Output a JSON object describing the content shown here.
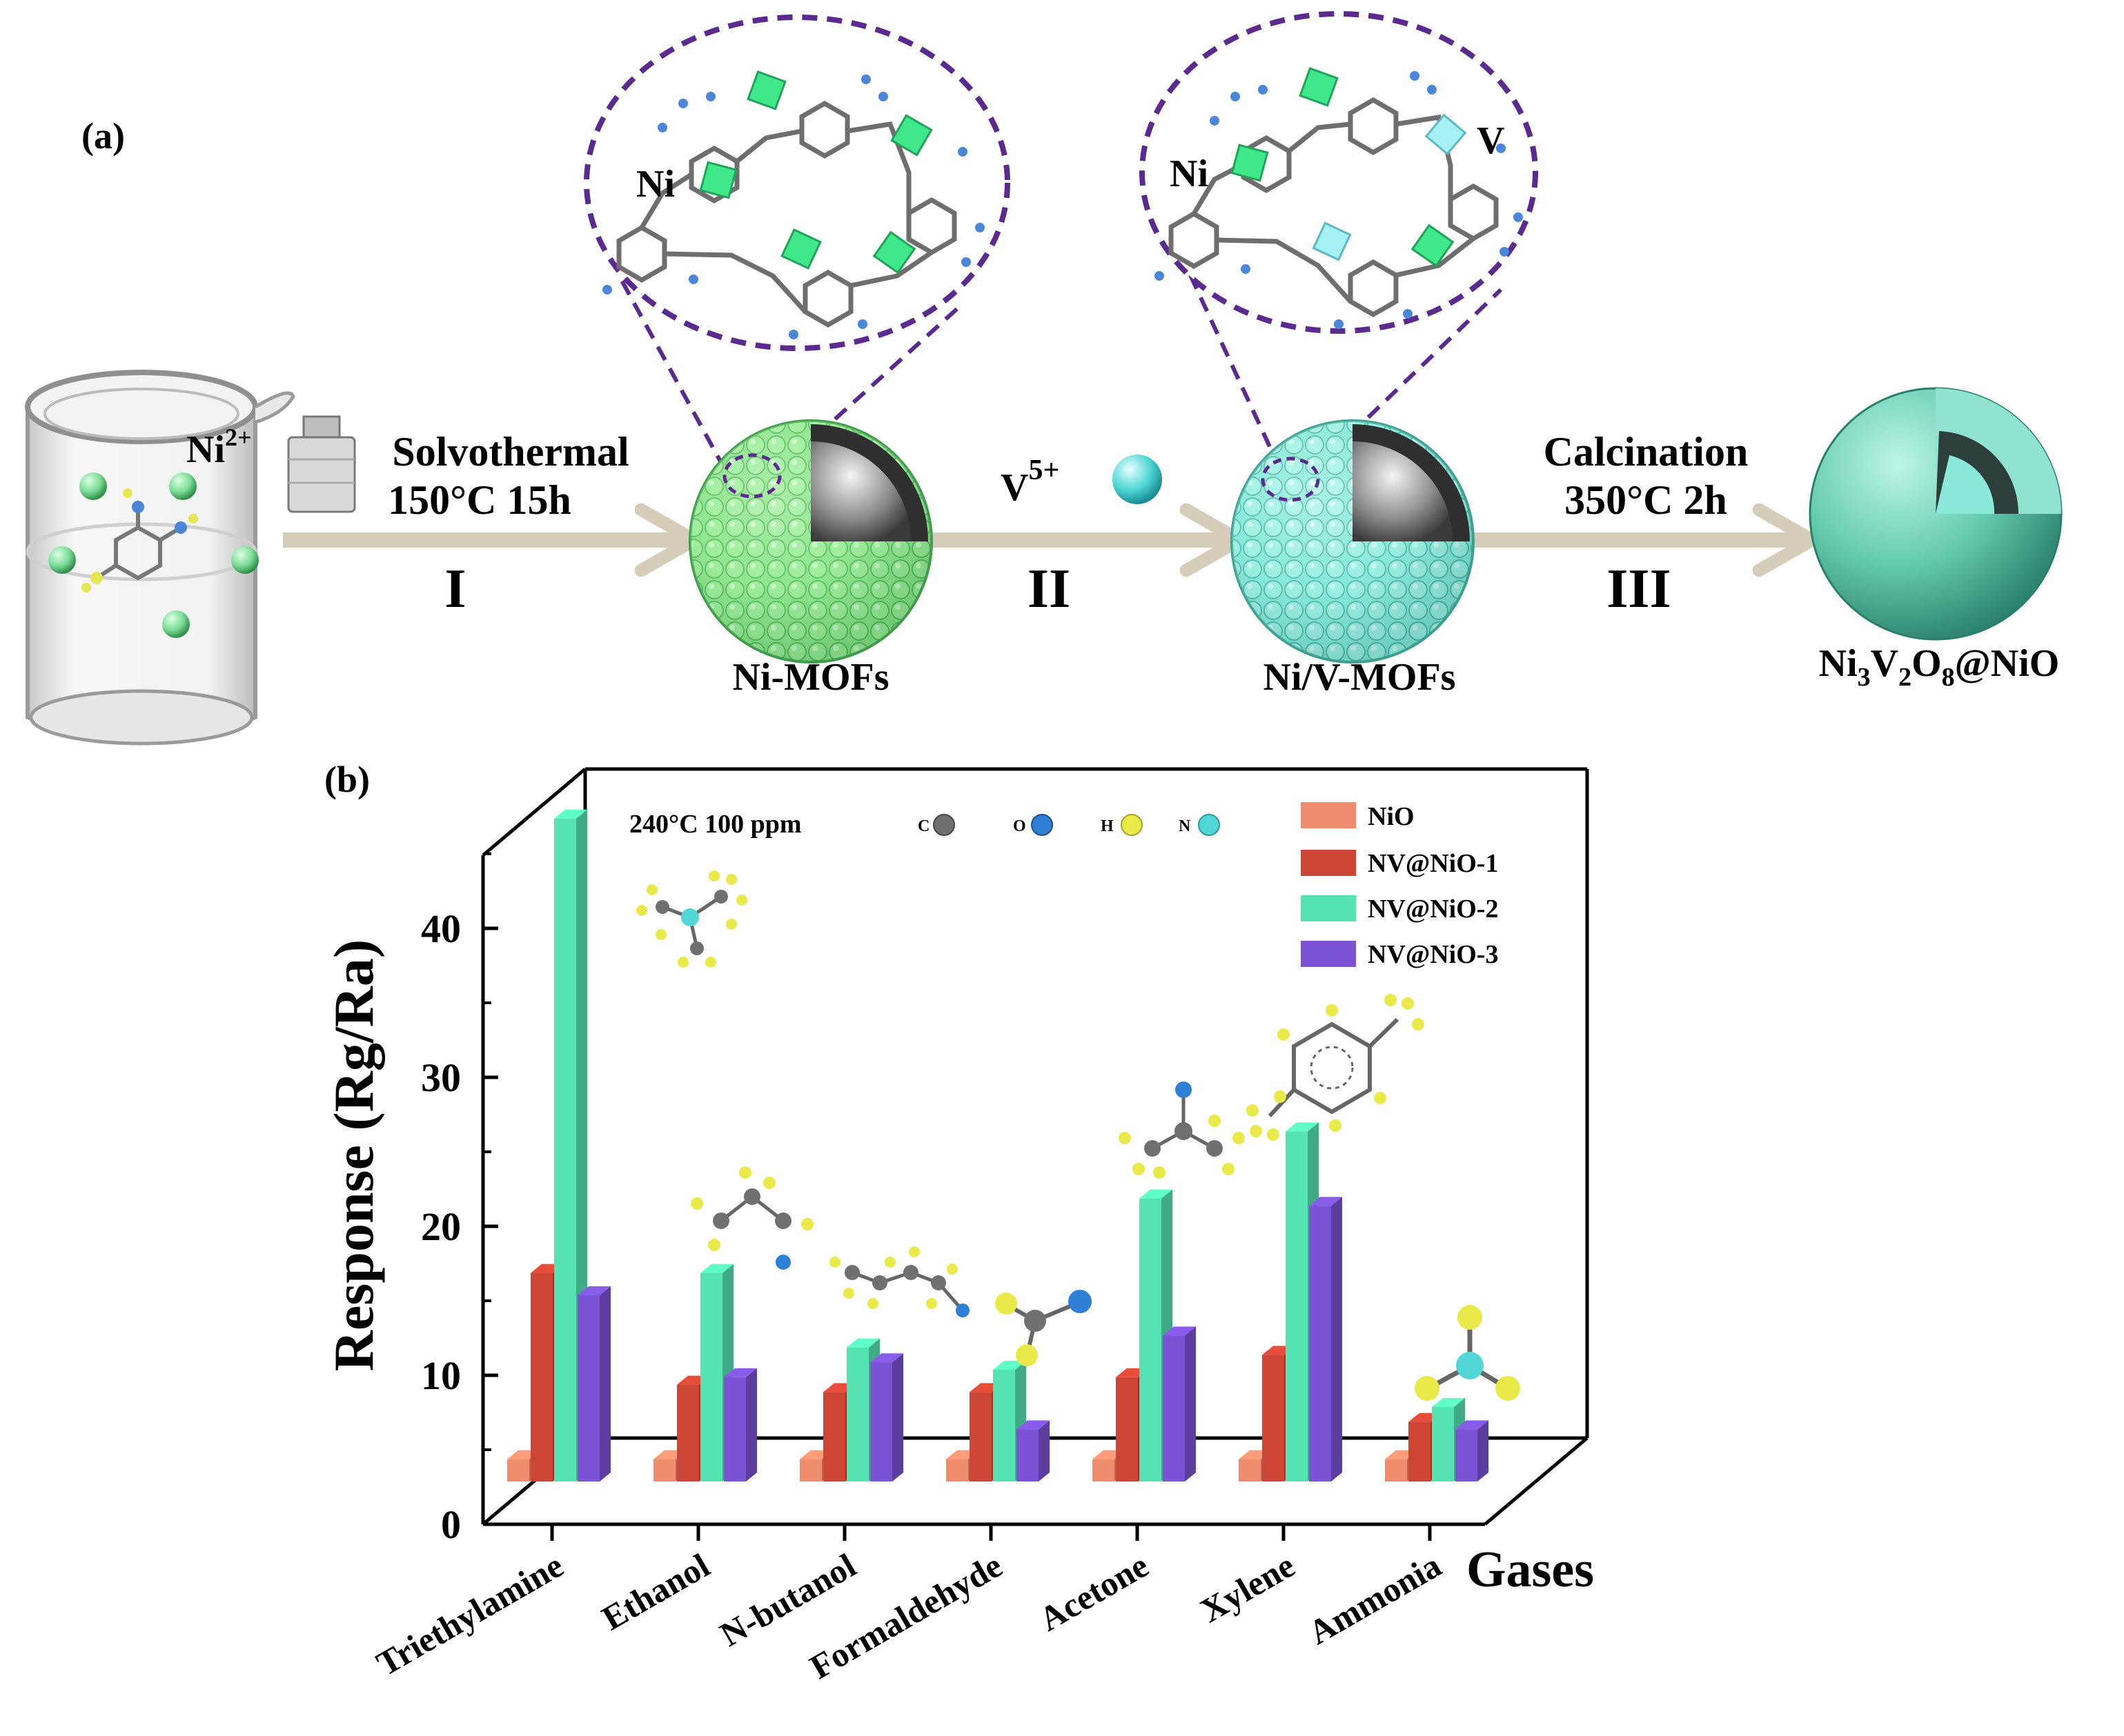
{
  "panel_a": {
    "label": "(a)",
    "beaker_ion": "Ni",
    "beaker_ion_charge": "2+",
    "step1": {
      "line1": "Solvothermal",
      "line2": "150°C 15h",
      "numeral": "I"
    },
    "step2": {
      "ion": "V",
      "ion_charge": "5+",
      "numeral": "II"
    },
    "step3": {
      "line1": "Calcination",
      "line2": "350°C 2h",
      "numeral": "III"
    },
    "zoom1": {
      "metal_label": "Ni"
    },
    "zoom2": {
      "metal_label": "Ni",
      "dopant_label": "V"
    },
    "product1": "Ni-MOFs",
    "product2": "Ni/V-MOFs",
    "product3": {
      "p1": "Ni",
      "s1": "3",
      "p2": "V",
      "s2": "2",
      "p3": "O",
      "s3": "8",
      "p4": "@NiO"
    },
    "colors": {
      "ni_mof": "#8ee68e",
      "niv_mof": "#88ead8",
      "final": "#62c9ac",
      "arrow": "#d5cdb9",
      "dash": "#5b2a8e"
    }
  },
  "panel_b": {
    "label": "(b)",
    "condition": "240°C 100 ppm",
    "atom_legend": [
      {
        "symbol": "C",
        "color": "#707070"
      },
      {
        "symbol": "O",
        "color": "#2f7fd6"
      },
      {
        "symbol": "H",
        "color": "#e9ea4a"
      },
      {
        "symbol": "N",
        "color": "#52d6d6"
      }
    ]
  },
  "chart_data": {
    "type": "bar",
    "style": "3d-grouped-bars",
    "ylabel": "Response (Rg/Ra)",
    "xlabel": "Gases",
    "ylim": [
      0,
      45
    ],
    "yticks": [
      0,
      10,
      20,
      30,
      40
    ],
    "grid": false,
    "legend_position": "top-right",
    "categories": [
      "Triethylamine",
      "Ethanol",
      "N-butanol",
      "Formaldehyde",
      "Acetone",
      "Xylene",
      "Ammonia"
    ],
    "series": [
      {
        "name": "NiO",
        "color": "#f08c6e",
        "values": [
          1.5,
          1.5,
          1.5,
          1.5,
          1.5,
          1.5,
          1.5
        ]
      },
      {
        "name": "NV@NiO-1",
        "color": "#cd4535",
        "values": [
          14.0,
          6.5,
          6.0,
          6.0,
          7.0,
          8.5,
          4.0
        ]
      },
      {
        "name": "NV@NiO-2",
        "color": "#56e3b3",
        "values": [
          44.5,
          14.0,
          9.0,
          7.5,
          19.0,
          23.5,
          5.0
        ]
      },
      {
        "name": "NV@NiO-3",
        "color": "#7a52d3",
        "values": [
          12.5,
          7.0,
          8.0,
          3.5,
          9.8,
          18.5,
          3.5
        ]
      }
    ]
  }
}
